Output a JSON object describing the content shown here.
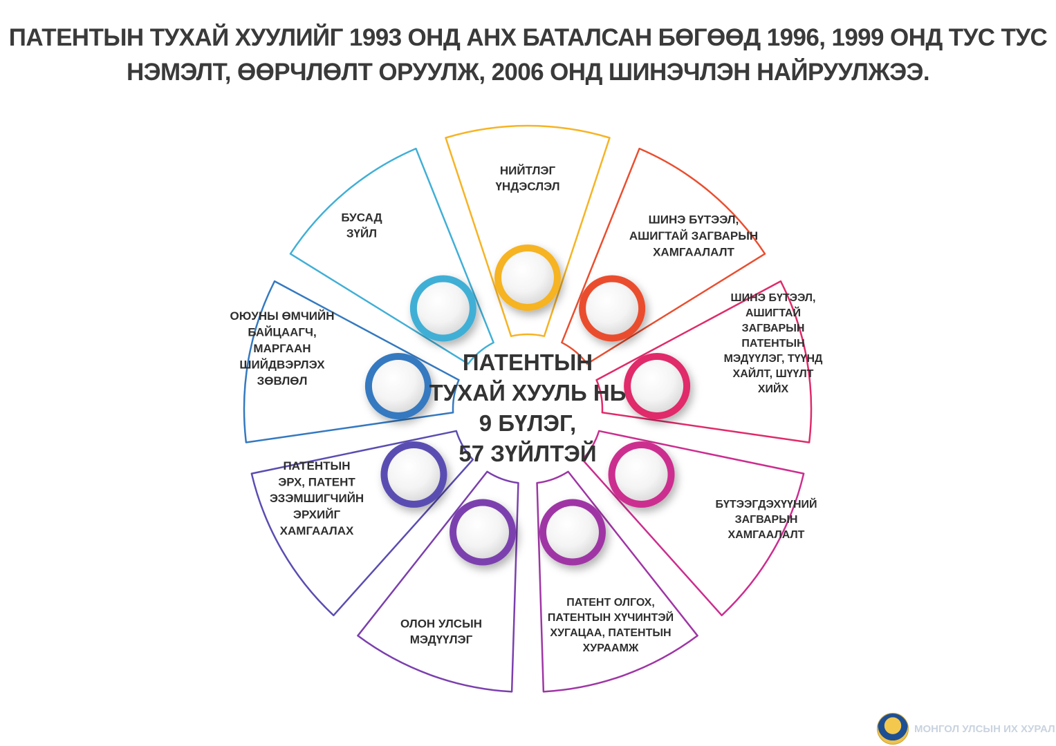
{
  "headline": {
    "line1": "ПАТЕНТЫН ТУХАЙ ХУУЛИЙГ 1993 ОНД АНХ БАТАЛСАН БӨГӨӨД 1996, 1999 ОНД ТУС ТУС",
    "line2": "НЭМЭЛТ, ӨӨРЧЛӨЛТ ОРУУЛЖ, 2006 ОНД ШИНЭЧЛЭН НАЙРУУЛЖЭЭ."
  },
  "center": {
    "lines": [
      "ПАТЕНТЫН",
      "ТУХАЙ ХУУЛЬ НЬ",
      "9 БҮЛЭГ,",
      "57 ЗҮЙЛТЭЙ"
    ]
  },
  "segments": [
    {
      "name": "segment-general-principles",
      "color": "#f6b324",
      "lines": [
        "НИЙТЛЭГ",
        "ҮНДЭСЛЭЛ"
      ]
    },
    {
      "name": "segment-invention-protection",
      "color": "#ea4e2f",
      "lines": [
        "ШИНЭ БҮТЭЭЛ,",
        "АШИГТАЙ ЗАГВАРЫН",
        "ХАМГААЛАЛТ"
      ]
    },
    {
      "name": "segment-patent-application",
      "color": "#e02a6a",
      "lines": [
        "ШИНЭ БҮТЭЭЛ,",
        "АШИГТАЙ",
        "ЗАГВАРЫН",
        "ПАТЕНТЫН",
        "МЭДҮҮЛЭГ, ТҮҮНД",
        "ХАЙЛТ, ШҮҮЛТ",
        "ХИЙХ"
      ]
    },
    {
      "name": "segment-industrial-design",
      "color": "#cc2d8f",
      "lines": [
        "БҮТЭЭГДЭХҮҮНИЙ",
        "ЗАГВАРЫН",
        "ХАМГААЛАЛТ"
      ]
    },
    {
      "name": "segment-patent-obtaining",
      "color": "#9f35a5",
      "lines": [
        "ПАТЕНТ ОЛГОХ,",
        "ПАТЕНТЫН ХҮЧИНТЭЙ",
        "ХУГАЦАА, ПАТЕНТЫН",
        "ХУРААМЖ"
      ]
    },
    {
      "name": "segment-international-application",
      "color": "#7b3fae",
      "lines": [
        "ОЛОН УЛСЫН",
        "МЭДҮҮЛЭГ"
      ]
    },
    {
      "name": "segment-patent-rights",
      "color": "#5a4db2",
      "lines": [
        "ПАТЕНТЫН",
        "ЭРХ, ПАТЕНТ",
        "ЭЗЭМШИГЧИЙН",
        "ЭРХИЙГ",
        "ХАМГААЛАХ"
      ]
    },
    {
      "name": "segment-ip-examiner",
      "color": "#3479c0",
      "lines": [
        "ОЮУНЫ ӨМЧИЙН",
        "БАЙЦААГЧ,",
        "МАРГААН",
        "ШИЙДВЭРЛЭХ",
        "ЗӨВЛӨЛ"
      ]
    },
    {
      "name": "segment-other-articles",
      "color": "#40afd6",
      "lines": [
        "БУСАД",
        "ЗҮЙЛ"
      ]
    }
  ],
  "watermark": {
    "text": "МОНГОЛ УЛСЫН ИХ ХУРАЛ"
  }
}
